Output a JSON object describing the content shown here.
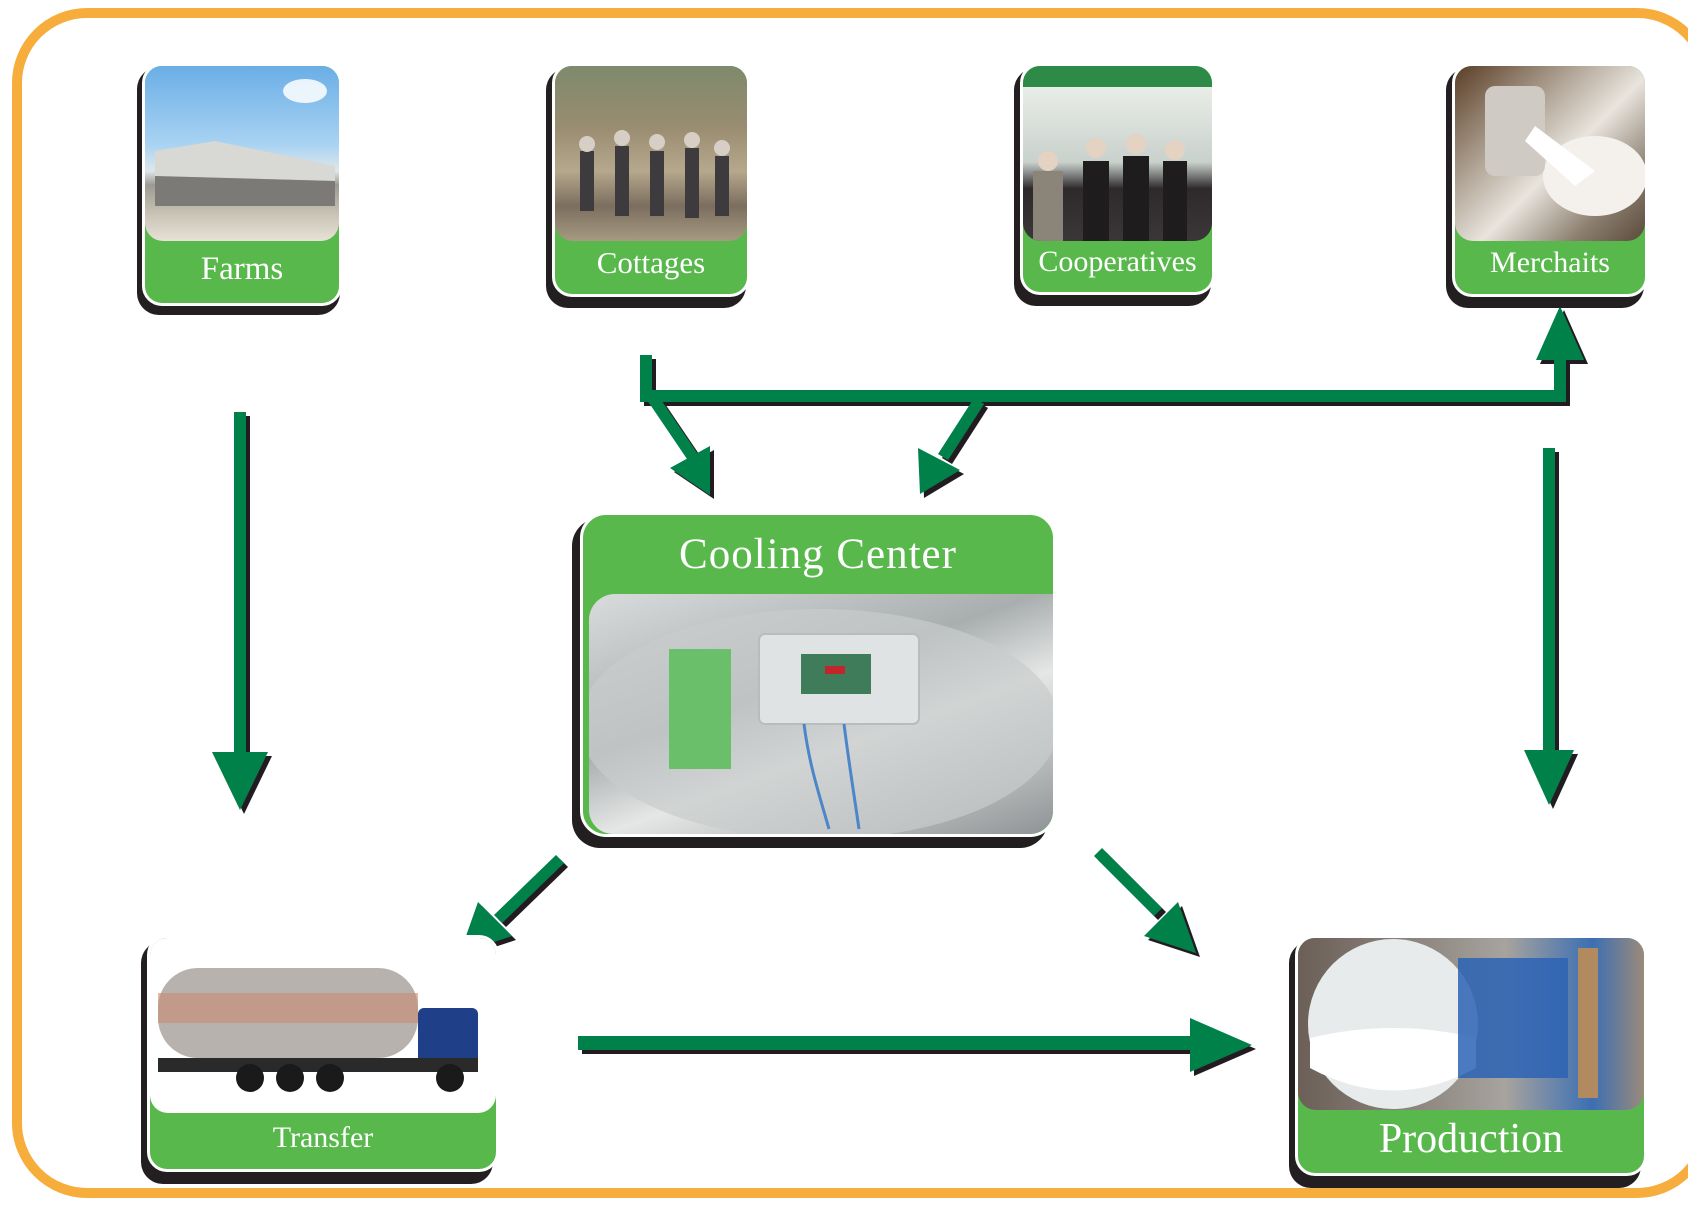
{
  "nodes": {
    "farms": {
      "label": "Farms"
    },
    "cottages": {
      "label": "Cottages"
    },
    "cooperatives": {
      "label": "Cooperatives"
    },
    "merchants": {
      "label": "Merchaits"
    },
    "cooling_center": {
      "label": "Cooling Center"
    },
    "transfer": {
      "label": "Transfer"
    },
    "production": {
      "label": "Production"
    }
  },
  "colors": {
    "border": "#f6ad3b",
    "card_green": "#58b84c",
    "arrow_green": "#00814a",
    "shadow": "#231f20"
  }
}
